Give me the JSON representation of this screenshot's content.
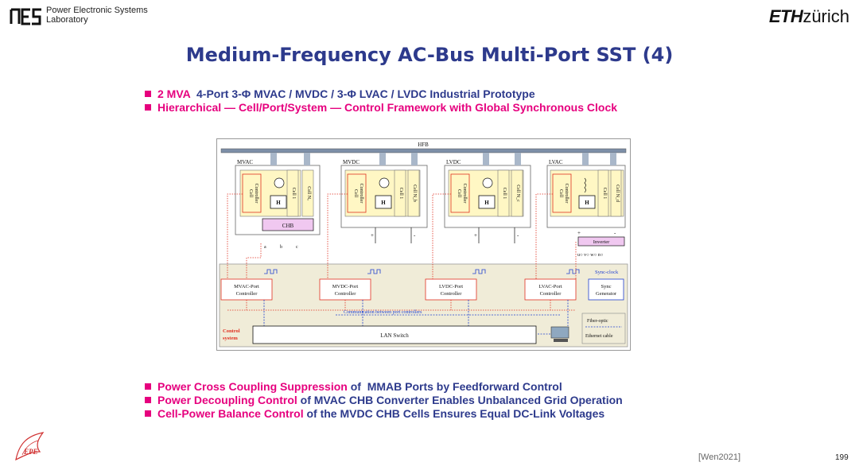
{
  "header": {
    "lab_name_line1": "Power Electronic Systems",
    "lab_name_line2": "Laboratory",
    "eth_bold": "ETH",
    "eth_light": "zürich"
  },
  "title": "Medium-Frequency AC-Bus Multi-Port SST (4)",
  "top_bullets": [
    {
      "highlight": "2 MVA",
      "rest": "  4-Port 3-Φ MVAC / MVDC / 3-Φ LVAC / LVDC Industrial Prototype"
    },
    {
      "highlight": "Hierarchical  — Cell/Port/System —  Control Framework with Global Synchronous Clock",
      "rest": ""
    }
  ],
  "diagram": {
    "hfb": "HFB",
    "ports": [
      {
        "name": "MVAC",
        "cell_first": "Cell 1",
        "cell_last": "Cell Nₐ",
        "converter": "CHB",
        "terminals": [
          "a",
          "b",
          "c"
        ],
        "port_controller_l1": "MVAC-Port",
        "port_controller_l2": "Controller"
      },
      {
        "name": "MVDC",
        "cell_first": "Cell 1",
        "cell_last": "Cell N_b",
        "terminals": [
          "+",
          "-"
        ],
        "port_controller_l1": "MVDC-Port",
        "port_controller_l2": "Controller"
      },
      {
        "name": "LVDC",
        "cell_first": "Cell 1",
        "cell_last": "Cell N_c",
        "terminals": [
          "+",
          "-"
        ],
        "port_controller_l1": "LVDC-Port",
        "port_controller_l2": "Controller"
      },
      {
        "name": "LVAC",
        "cell_first": "Cell 1",
        "cell_last": "Cell N_d",
        "converter": "Inverter",
        "terminals": [
          "+",
          "-"
        ],
        "port_controller_l1": "LVAC-Port",
        "port_controller_l2": "Controller"
      }
    ],
    "cell_controller_l1": "Cell",
    "cell_controller_l2": "Controller",
    "h_block": "H",
    "inverter_terminals": "u○ v○ w○ n○",
    "sync_clock": "Sync-clock",
    "sync_gen_l1": "Sync",
    "sync_gen_l2": "Generator",
    "comm_label": "Communication between port controllers",
    "control_system_l1": "Control",
    "control_system_l2": "system",
    "lan_switch": "LAN Switch",
    "legend_fiber": "Fiber-optic",
    "legend_ethernet": "Ethernet cable"
  },
  "bottom_bullets": [
    {
      "highlight": "Power Cross Coupling Suppression",
      "rest": " of  MMAB Ports by Feedforward Control"
    },
    {
      "highlight": "Power Decoupling Control",
      "rest": " of MVAC CHB Converter Enables Unbalanced Grid Operation"
    },
    {
      "highlight": "Cell-Power Balance Control",
      "rest": " of the MVDC CHB Cells Ensures Equal DC-Link Voltages"
    }
  ],
  "footer": {
    "citation": "[Wen2021]",
    "page_number": "199",
    "epe_logo_text": "EPE"
  },
  "colors": {
    "title": "#2d3a8c",
    "highlight": "#e6007e",
    "cell_fill": "#fff7c4",
    "control_fill": "#f0ecd8",
    "signal_red": "#e03020",
    "signal_blue": "#2040d0"
  }
}
